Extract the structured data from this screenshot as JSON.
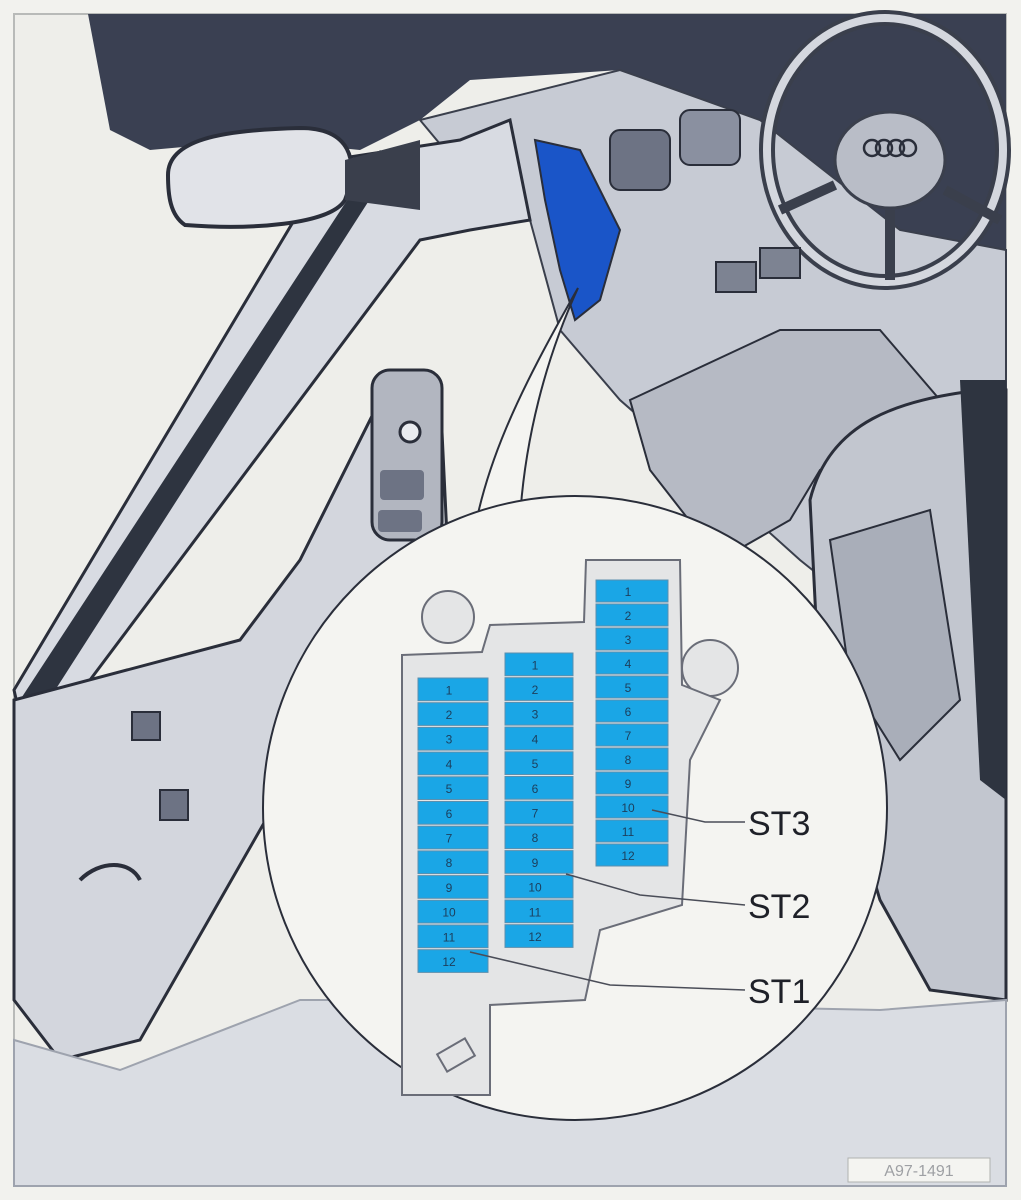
{
  "callouts": [
    {
      "id": "st3",
      "label": "ST3"
    },
    {
      "id": "st2",
      "label": "ST2"
    },
    {
      "id": "st1",
      "label": "ST1"
    }
  ],
  "fuse_blocks": [
    {
      "name": "ST1",
      "fuses": [
        "1",
        "2",
        "3",
        "4",
        "5",
        "6",
        "7",
        "8",
        "9",
        "10",
        "11",
        "12"
      ]
    },
    {
      "name": "ST2",
      "fuses": [
        "1",
        "2",
        "3",
        "4",
        "5",
        "6",
        "7",
        "8",
        "9",
        "10",
        "11",
        "12"
      ]
    },
    {
      "name": "ST3",
      "fuses": [
        "1",
        "2",
        "3",
        "4",
        "5",
        "6",
        "7",
        "8",
        "9",
        "10",
        "11",
        "12"
      ]
    }
  ],
  "figure_code": "A97-1491",
  "colors": {
    "fuse_fill": "#1aa6e6",
    "highlight": "#1a55c8",
    "line": "#2a2e3a",
    "page": "#f2f2ee",
    "dark_trim": "#2e3440",
    "panel": "#c9cdd6"
  }
}
